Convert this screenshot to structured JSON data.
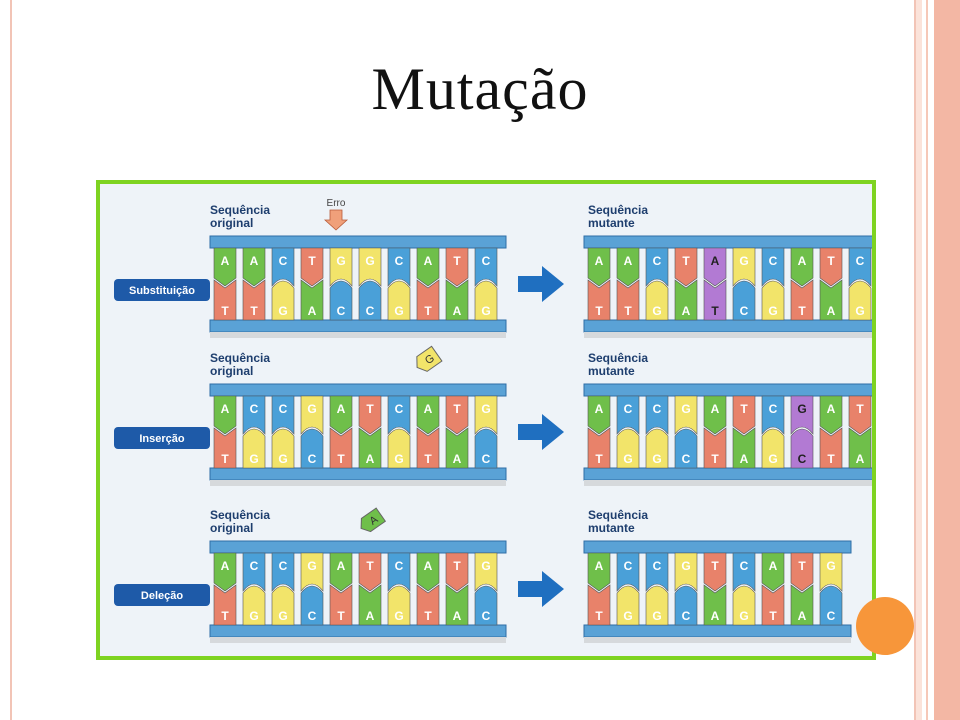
{
  "title": "Mutação",
  "label_original": "Sequência\noriginal",
  "label_mutante": "Sequência\nmutante",
  "erro": "Erro",
  "rows": [
    {
      "name": "Substituição",
      "original_top": [
        "A",
        "A",
        "C",
        "T",
        "G",
        "G",
        "C",
        "A",
        "T",
        "C"
      ],
      "original_bottom": [
        "T",
        "T",
        "G",
        "A",
        "C",
        "C",
        "G",
        "T",
        "A",
        "G"
      ],
      "mutant_top": [
        "A",
        "A",
        "C",
        "T",
        "A",
        "G",
        "C",
        "A",
        "T",
        "C"
      ],
      "mutant_bottom": [
        "T",
        "T",
        "G",
        "A",
        "T",
        "C",
        "G",
        "T",
        "A",
        "G"
      ],
      "inserted_tag": ""
    },
    {
      "name": "Inserção",
      "original_top": [
        "A",
        "C",
        "C",
        "G",
        "A",
        "T",
        "C",
        "A",
        "T",
        "G"
      ],
      "original_bottom": [
        "T",
        "G",
        "G",
        "C",
        "T",
        "A",
        "G",
        "T",
        "A",
        "C"
      ],
      "mutant_top": [
        "A",
        "C",
        "C",
        "G",
        "A",
        "T",
        "C",
        "G",
        "A",
        "T"
      ],
      "mutant_bottom": [
        "T",
        "G",
        "G",
        "C",
        "T",
        "A",
        "G",
        "C",
        "T",
        "A"
      ],
      "inserted_tag": "G"
    },
    {
      "name": "Deleção",
      "original_top": [
        "A",
        "C",
        "C",
        "G",
        "A",
        "T",
        "C",
        "A",
        "T",
        "G"
      ],
      "original_bottom": [
        "T",
        "G",
        "G",
        "C",
        "T",
        "A",
        "G",
        "T",
        "A",
        "C"
      ],
      "mutant_top": [
        "A",
        "C",
        "C",
        "G",
        "T",
        "C",
        "A",
        "T",
        "G"
      ],
      "mutant_bottom": [
        "T",
        "G",
        "G",
        "C",
        "A",
        "G",
        "T",
        "A",
        "C"
      ],
      "inserted_tag": "A"
    }
  ],
  "colors": {
    "A": "#6fbf4a",
    "T": "#e8826a",
    "C": "#4aa0d8",
    "G": "#f2e46a",
    "mutated": "#b27ad3",
    "backbone": "#5aa2d6",
    "arrow": "#1f6fc0",
    "rowlabel": "#1e5aa8",
    "panel_border": "#7ed321"
  }
}
